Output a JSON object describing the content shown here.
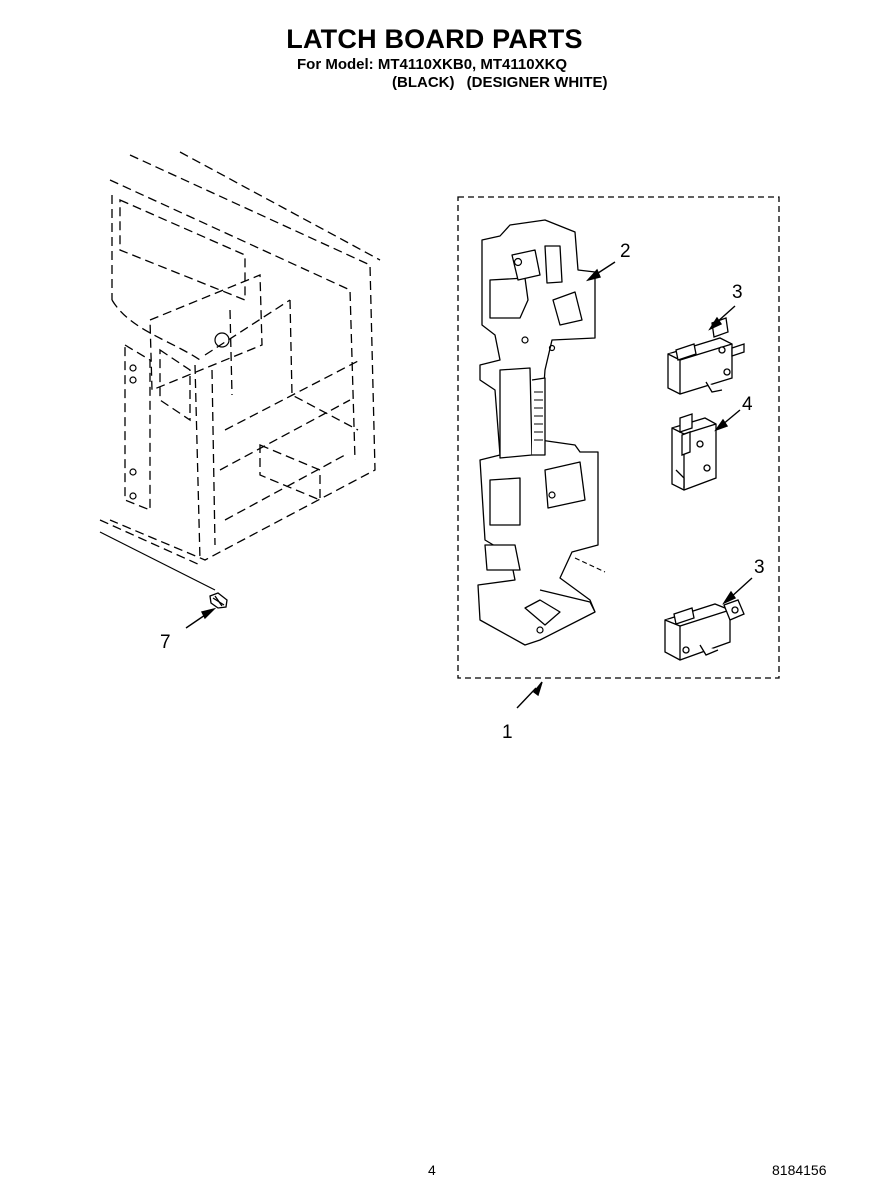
{
  "header": {
    "title": "LATCH BOARD PARTS",
    "model_line": "For Model: MT4110XKB0, MT4110XKQ",
    "variant_black": "(BLACK)",
    "variant_white": "(DESIGNER WHITE)"
  },
  "callouts": {
    "c1": "1",
    "c2": "2",
    "c3a": "3",
    "c3b": "3",
    "c4": "4",
    "c7": "7"
  },
  "footer": {
    "page_number": "4",
    "document_number": "8184156"
  }
}
